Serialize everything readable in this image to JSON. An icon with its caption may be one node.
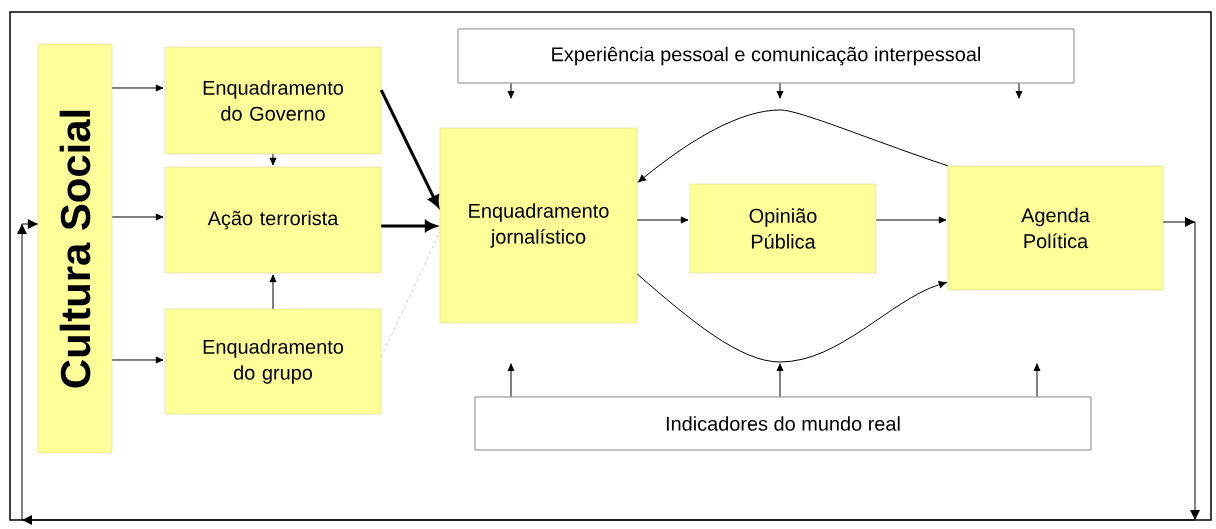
{
  "diagram": {
    "nodes": [
      {
        "text": [
          "Cultura Social"
        ]
      },
      {
        "text": [
          "Enquadramento do Governo"
        ]
      },
      {
        "text": [
          "Ação terrorista"
        ]
      },
      {
        "text": [
          "Enquadramento do grupo"
        ]
      },
      {
        "text": [
          "Experiência pessoal e comunicação interpessoal"
        ]
      },
      {
        "text": [
          "Enquadramento jornalístico"
        ]
      },
      {
        "text": [
          "Opinião Pública"
        ]
      },
      {
        "text": [
          "Agenda Política"
        ]
      },
      {
        "text": [
          "Indicadores do mundo real"
        ]
      }
    ],
    "edges": [
      {
        "from": 0,
        "to": 1,
        "arrow": "to"
      },
      {
        "from": 0,
        "to": 2,
        "arrow": "to"
      },
      {
        "from": 0,
        "to": 3,
        "arrow": "to"
      },
      {
        "from": 1,
        "to": 2,
        "arrow": "to"
      },
      {
        "from": 3,
        "to": 2,
        "arrow": "to"
      },
      {
        "from": 1,
        "to": 5,
        "arrow": "to",
        "style": "thick"
      },
      {
        "from": 2,
        "to": 5,
        "arrow": "to",
        "style": "thick"
      },
      {
        "from": 3,
        "to": 5,
        "arrow": "none",
        "style": "dashed",
        "color": "#aaaaaa"
      },
      {
        "from": 5,
        "to": 6,
        "arrow": "to"
      },
      {
        "from": 6,
        "to": 7,
        "arrow": "to"
      },
      {
        "from": 7,
        "to": 5,
        "arrow": "to"
      },
      {
        "from": 5,
        "to": 7,
        "arrow": "to"
      },
      {
        "from": 4,
        "to": null,
        "arrow": "to"
      },
      {
        "from": 4,
        "to": null,
        "arrow": "to"
      },
      {
        "from": 4,
        "to": null,
        "arrow": "to"
      },
      {
        "from": 8,
        "to": null,
        "arrow": "to"
      },
      {
        "from": 8,
        "to": null,
        "arrow": "to"
      },
      {
        "from": 8,
        "to": null,
        "arrow": "to"
      },
      {
        "from": 7,
        "to": 0,
        "arrow": "to"
      }
    ]
  }
}
